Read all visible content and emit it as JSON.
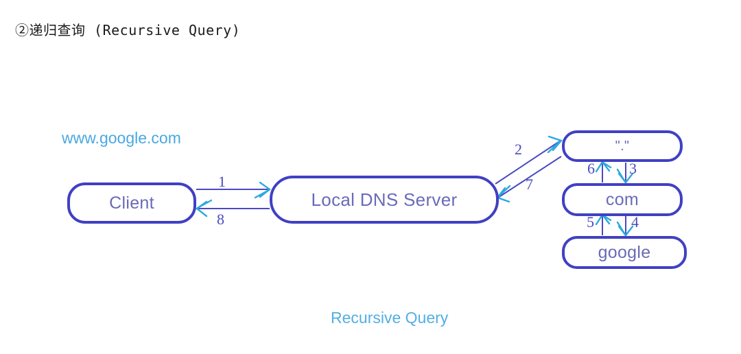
{
  "title": "②递归查询 (Recursive Query)",
  "caption": "Recursive Query",
  "domain_label": "www.google.com",
  "colors": {
    "box_border": "#4040c4",
    "box_text": "#6a6ab8",
    "line": "#4a4ac0",
    "arrowhead": "#2ba9e0",
    "accent_text": "#4aa8e0",
    "title_text": "#1a1a1a",
    "background": "#ffffff"
  },
  "nodes": [
    {
      "id": "client",
      "label": "Client"
    },
    {
      "id": "localdns",
      "label": "Local DNS Server"
    },
    {
      "id": "root",
      "label": "\".\""
    },
    {
      "id": "com",
      "label": "com"
    },
    {
      "id": "google",
      "label": "google"
    }
  ],
  "arrows": [
    {
      "num": "1",
      "from": "client",
      "to": "localdns",
      "direction": "right"
    },
    {
      "num": "2",
      "from": "localdns",
      "to": "root",
      "direction": "up-right"
    },
    {
      "num": "3",
      "from": "root",
      "to": "com",
      "direction": "down"
    },
    {
      "num": "4",
      "from": "com",
      "to": "google",
      "direction": "down"
    },
    {
      "num": "5",
      "from": "google",
      "to": "com",
      "direction": "up"
    },
    {
      "num": "6",
      "from": "com",
      "to": "root",
      "direction": "up"
    },
    {
      "num": "7",
      "from": "root",
      "to": "localdns",
      "direction": "down-left"
    },
    {
      "num": "8",
      "from": "localdns",
      "to": "client",
      "direction": "left"
    }
  ]
}
